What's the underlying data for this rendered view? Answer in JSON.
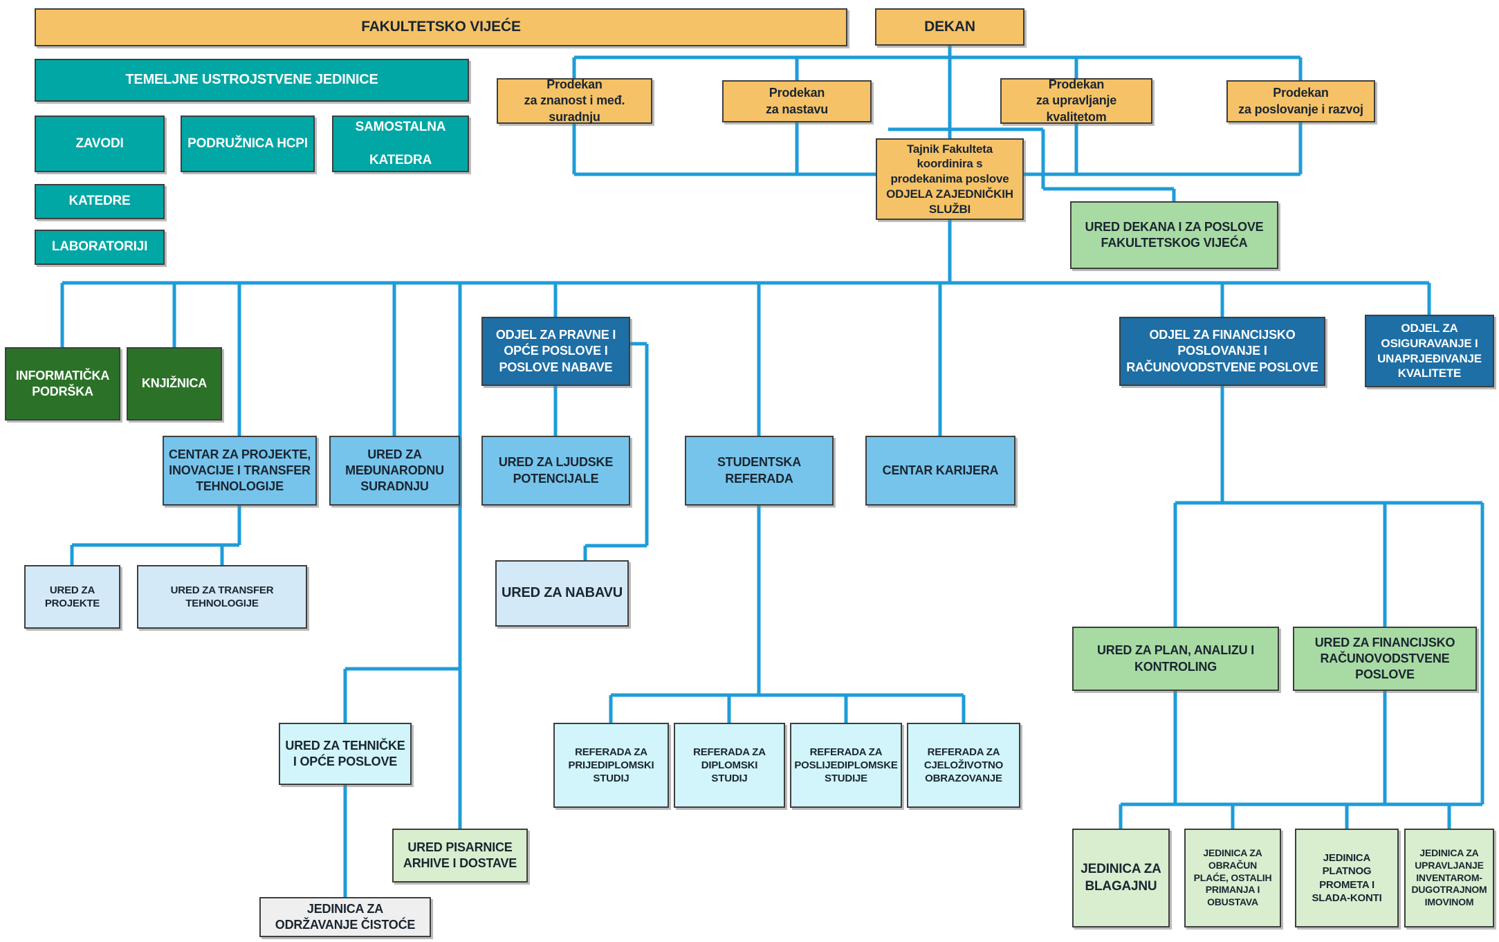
{
  "palette": {
    "line": "#1E9CD9",
    "orange": "#F6C267",
    "teal": "#01A7A5",
    "darkgreen": "#2B7228",
    "darkblue": "#1D6FA5",
    "midblue": "#76C4EB",
    "paleblue": "#D3E9F7",
    "palecyan": "#D1F5FA",
    "green": "#A8DBA3",
    "palegreen": "#D8EECF",
    "gray": "#EFEFEF"
  },
  "nodes": {
    "fakultetsko_vijece": {
      "label": "FAKULTETSKO VIJEĆE"
    },
    "dekan": {
      "label": "DEKAN"
    },
    "temeljne": {
      "label": "TEMELJNE USTROJSTVENE JEDINICE"
    },
    "zavodi": {
      "label": "ZAVODI"
    },
    "podruznica_hcpi": {
      "label": "PODRUŽNICA HCPI"
    },
    "samostalna_katedra": {
      "label": "SAMOSTALNA\n\nKATEDRA"
    },
    "katedre": {
      "label": "KATEDRE"
    },
    "laboratoriji": {
      "label": "LABORATORIJI"
    },
    "prodekan_znanost": {
      "label": "Prodekan\nza znanost i međ.\nsuradnju"
    },
    "prodekan_nastava": {
      "label": "Prodekan\nza nastavu"
    },
    "prodekan_kvaliteta": {
      "label": "Prodekan\nza upravljanje\nkvalitetom"
    },
    "prodekan_poslovanje": {
      "label": "Prodekan\nza poslovanje i razvoj"
    },
    "tajnik": {
      "label": "Tajnik Fakulteta\nkoordinira s\nprodekanima poslove\nODJELA ZAJEDNIČKIH\nSLUŽBI"
    },
    "ured_dekana": {
      "label": "URED DEKANA I ZA POSLOVE\nFAKULTETSKOG VIJEĆA"
    },
    "informaticka_podrska": {
      "label": "INFORMATIČKA\nPODRŠKA"
    },
    "knjiznica": {
      "label": "KNJIŽNICA"
    },
    "odjel_pravne": {
      "label": "ODJEL ZA PRAVNE I\nOPĆE POSLOVE I\nPOSLOVE NABAVE"
    },
    "centar_projekte": {
      "label": "CENTAR ZA PROJEKTE,\nINOVACIJE I TRANSFER\nTEHNOLOGIJE"
    },
    "ured_medunarodnu": {
      "label": "URED ZA\nMEĐUNARODNU\nSURADNJU"
    },
    "ured_ljudske": {
      "label": "URED ZA LJUDSKE\nPOTENCIJALE"
    },
    "studentska_referada": {
      "label": "STUDENTSKA\nREFERADA"
    },
    "centar_karijera": {
      "label": "CENTAR KARIJERA"
    },
    "odjel_financijsko": {
      "label": "ODJEL ZA  FINANCIJSKO\nPOSLOVANJE I\nRAČUNOVODSTVENE POSLOVE"
    },
    "odjel_osiguravanje": {
      "label": "ODJEL ZA\nOSIGURAVANJE I\nUNAPRJEĐIVANJE\nKVALITETE"
    },
    "ured_projekte": {
      "label": "URED ZA\nPROJEKTE"
    },
    "ured_transfer": {
      "label": "URED ZA TRANSFER\nTEHNOLOGIJE"
    },
    "ured_nabavu": {
      "label": "URED ZA NABAVU"
    },
    "ured_tehnicke": {
      "label": "URED ZA TEHNIČKE\nI OPĆE POSLOVE"
    },
    "referada_prijediplomski": {
      "label": "REFERADA ZA\nPRIJEDIPLOMSKI\nSTUDIJ"
    },
    "referada_diplomski": {
      "label": "REFERADA ZA\nDIPLOMSKI\nSTUDIJ"
    },
    "referada_poslijediplomske": {
      "label": "REFERADA ZA\nPOSLIJEDIPLOMSKE\nSTUDIJE"
    },
    "referada_cjelozivotno": {
      "label": "REFERADA ZA\nCJELOŽIVOTNO\nOBRAZOVANJE"
    },
    "ured_plan": {
      "label": "URED ZA PLAN, ANALIZU I\nKONTROLING"
    },
    "ured_fin_rac": {
      "label": "URED ZA FINANCIJSKO\nRAČUNOVODSTVENE\nPOSLOVE"
    },
    "ured_pisarnice": {
      "label": "URED PISARNICE\nARHIVE I DOSTAVE"
    },
    "jedinica_odrzavanje": {
      "label": "JEDINICA ZA\nODRŽAVANJE ČISTOĆE"
    },
    "jedinica_blagajnu": {
      "label": "JEDINICA ZA\nBLAGAJNU"
    },
    "jedinica_obracun": {
      "label": "JEDINICA ZA\nOBRAČUN\nPLAĆE, OSTALIH\nPRIMANJA I\nOBUSTAVA"
    },
    "jedinica_platnog": {
      "label": "JEDINICA\nPLATNOG\nPROMETA I\nSLADA-KONTI"
    },
    "jedinica_upravljanje": {
      "label": "JEDINICA ZA\nUPRAVLJANJE\nINVENTAROM-\nDUGOTRAJNOM\nIMOVINOM"
    }
  },
  "edges": [
    [
      "dekan",
      "prodekan_znanost"
    ],
    [
      "dekan",
      "prodekan_nastava"
    ],
    [
      "dekan",
      "prodekan_kvaliteta"
    ],
    [
      "dekan",
      "prodekan_poslovanje"
    ],
    [
      "dekan",
      "tajnik"
    ],
    [
      "prodekan_znanost",
      "tajnik"
    ],
    [
      "prodekan_nastava",
      "tajnik"
    ],
    [
      "prodekan_kvaliteta",
      "tajnik"
    ],
    [
      "prodekan_poslovanje",
      "tajnik"
    ],
    [
      "tajnik",
      "ured_dekana"
    ],
    [
      "tajnik",
      "informaticka_podrska"
    ],
    [
      "tajnik",
      "knjiznica"
    ],
    [
      "tajnik",
      "centar_projekte"
    ],
    [
      "tajnik",
      "ured_medunarodnu"
    ],
    [
      "tajnik",
      "odjel_pravne"
    ],
    [
      "tajnik",
      "studentska_referada"
    ],
    [
      "tajnik",
      "centar_karijera"
    ],
    [
      "tajnik",
      "odjel_financijsko"
    ],
    [
      "tajnik",
      "odjel_osiguravanje"
    ],
    [
      "tajnik",
      "ured_tehnicke"
    ],
    [
      "tajnik",
      "ured_pisarnice"
    ],
    [
      "centar_projekte",
      "ured_projekte"
    ],
    [
      "centar_projekte",
      "ured_transfer"
    ],
    [
      "odjel_pravne",
      "ured_ljudske"
    ],
    [
      "odjel_pravne",
      "ured_nabavu"
    ],
    [
      "studentska_referada",
      "referada_prijediplomski"
    ],
    [
      "studentska_referada",
      "referada_diplomski"
    ],
    [
      "studentska_referada",
      "referada_poslijediplomske"
    ],
    [
      "studentska_referada",
      "referada_cjelozivotno"
    ],
    [
      "ured_tehnicke",
      "jedinica_odrzavanje"
    ],
    [
      "odjel_financijsko",
      "ured_plan"
    ],
    [
      "odjel_financijsko",
      "ured_fin_rac"
    ],
    [
      "ured_plan",
      "jedinica_blagajnu"
    ],
    [
      "ured_plan",
      "jedinica_obracun"
    ],
    [
      "ured_fin_rac",
      "jedinica_platnog"
    ],
    [
      "ured_fin_rac",
      "jedinica_upravljanje"
    ]
  ]
}
